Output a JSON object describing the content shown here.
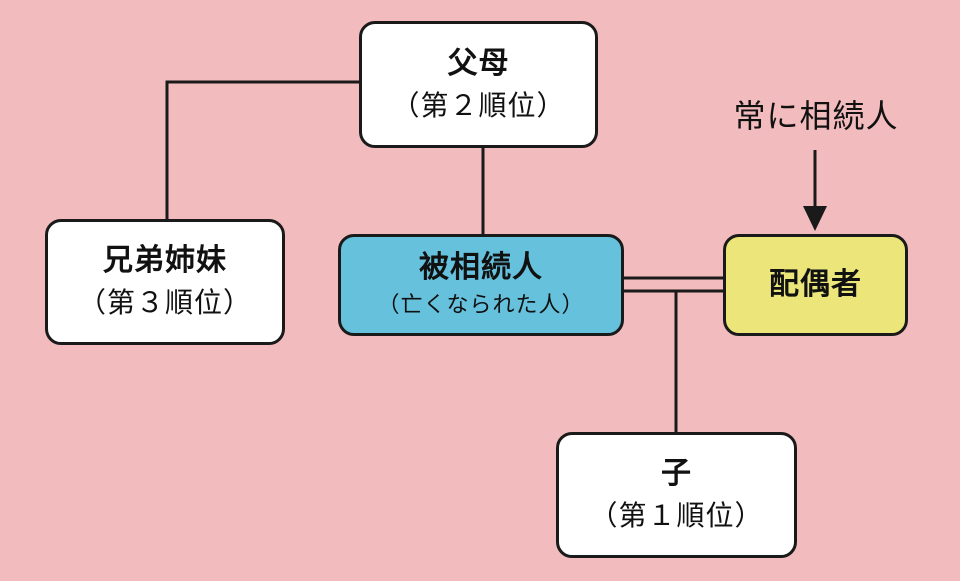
{
  "parents": {
    "name": "父母",
    "rank": "（第２順位）"
  },
  "siblings": {
    "name": "兄弟姉妹",
    "rank": "（第３順位）"
  },
  "deceased": {
    "name": "被相続人",
    "note": "（亡くなられた人）"
  },
  "spouse": {
    "name": "配偶者"
  },
  "child": {
    "name": "子",
    "rank": "（第１順位）"
  },
  "spouse_annotation": "常に相続人",
  "colors": {
    "background": "#f2bbbd",
    "deceased_fill": "#66c1dd",
    "spouse_fill": "#ece67a",
    "default_fill": "#ffffff",
    "line": "#1a1a1a"
  }
}
